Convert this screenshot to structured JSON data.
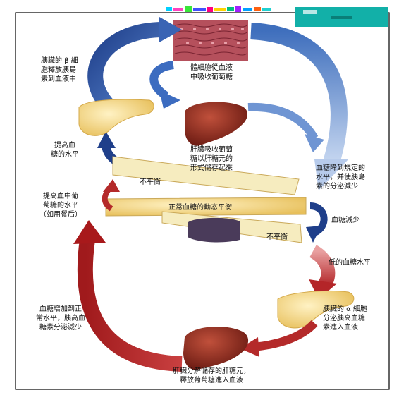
{
  "labels": {
    "beta_cells": "胰臟的 β 細\n胞釋放胰島\n素到血液中",
    "body_cells": "體細胞從血液\n中吸收葡萄糖",
    "liver_store": "肝臟吸收葡萄\n糖以肝糖元的\n形式儲存起來",
    "raise_level": "提高血\n糖的水平",
    "set_point": "血糖降到規定的\n水平，并使胰島\n素的分泌減少",
    "raise_meal": "提高血中葡\n萄糖的水平\n（如用餐后）",
    "imbalance_top": "不平衡",
    "balance": "正常血糖的動态平衡",
    "imbalance_bottom": "不平衡",
    "sugar_down": "血糖減少",
    "low_level": "低的血糖水平",
    "sugar_up": "血糖增加到正\n常水平，胰高血\n糖素分泌減少",
    "alpha_cells": "胰臟的 α 細胞\n分泌胰高血糖\n素進入血液",
    "liver_release": "肝臟分解儲存的肝糖元，\n釋放葡萄糖進入血液"
  },
  "colors": {
    "blue_arrow": "#2f5fb0",
    "light_blue_arrow": "#8fb0de",
    "red_arrow": "#b42a2a",
    "pancreas": "#f3d68a",
    "liver": "#8c2a1e",
    "beam": "#eedf9c",
    "tissue": "#b5505c"
  }
}
